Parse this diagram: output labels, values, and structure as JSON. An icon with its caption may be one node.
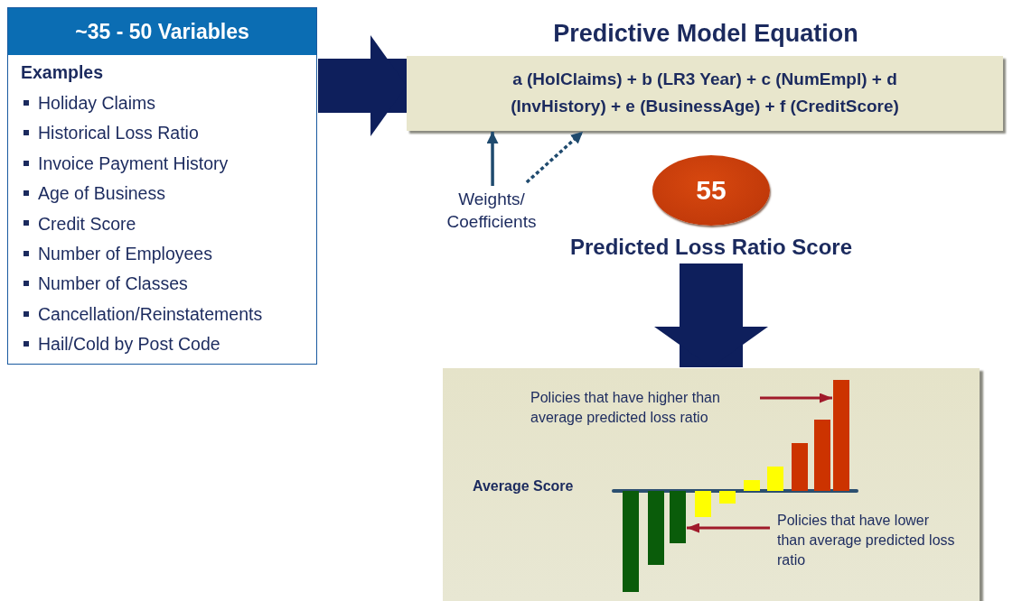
{
  "diagram": {
    "nodes": [
      {
        "text": [
          "~35 - 50 Variables",
          "Examples",
          "Holiday Claims",
          "Historical Loss Ratio",
          "Invoice Payment History",
          "Age of Business",
          "Credit Score",
          "Number of Employees",
          "Number of Classes",
          "Cancellation/Reinstatements",
          "Hail/Cold by Post Code"
        ]
      },
      {
        "text": [
          "Predictive Model Equation",
          "a (HolClaims) + b (LR3 Year) + c (NumEmpl) + d (InvHistory) + e (BusinessAge) + f (CreditScore)"
        ]
      },
      {
        "text": [
          "Weights/ Coefficients"
        ]
      },
      {
        "text": [
          "55"
        ],
        "beside": [
          "Predicted Loss Ratio Score"
        ]
      },
      {
        "text": [
          "Average Score"
        ]
      },
      {
        "text": [
          "Policies that have higher than average predicted loss ratio"
        ],
        "in": 4
      },
      {
        "text": [],
        "shape": "bar",
        "in": 4
      },
      {
        "text": [
          "Policies that have lower than average predicted loss ratio"
        ],
        "in": 4
      },
      {
        "text": [],
        "shape": "bar",
        "in": 4
      }
    ],
    "edges": [
      {
        "from": 0,
        "to": 1,
        "arrow": "to",
        "style": "thick"
      },
      {
        "from": 2,
        "to": 1,
        "arrow": "to"
      },
      {
        "from": 2,
        "to": 1,
        "arrow": "to",
        "style": "dashed"
      },
      {
        "from": 3,
        "to": 4,
        "arrow": "to",
        "style": "thick"
      },
      {
        "from": 5,
        "to": 6,
        "arrow": "to",
        "color": "#a01a2a"
      },
      {
        "from": 7,
        "to": 8,
        "arrow": "to",
        "color": "#a01a2a"
      }
    ]
  }
}
